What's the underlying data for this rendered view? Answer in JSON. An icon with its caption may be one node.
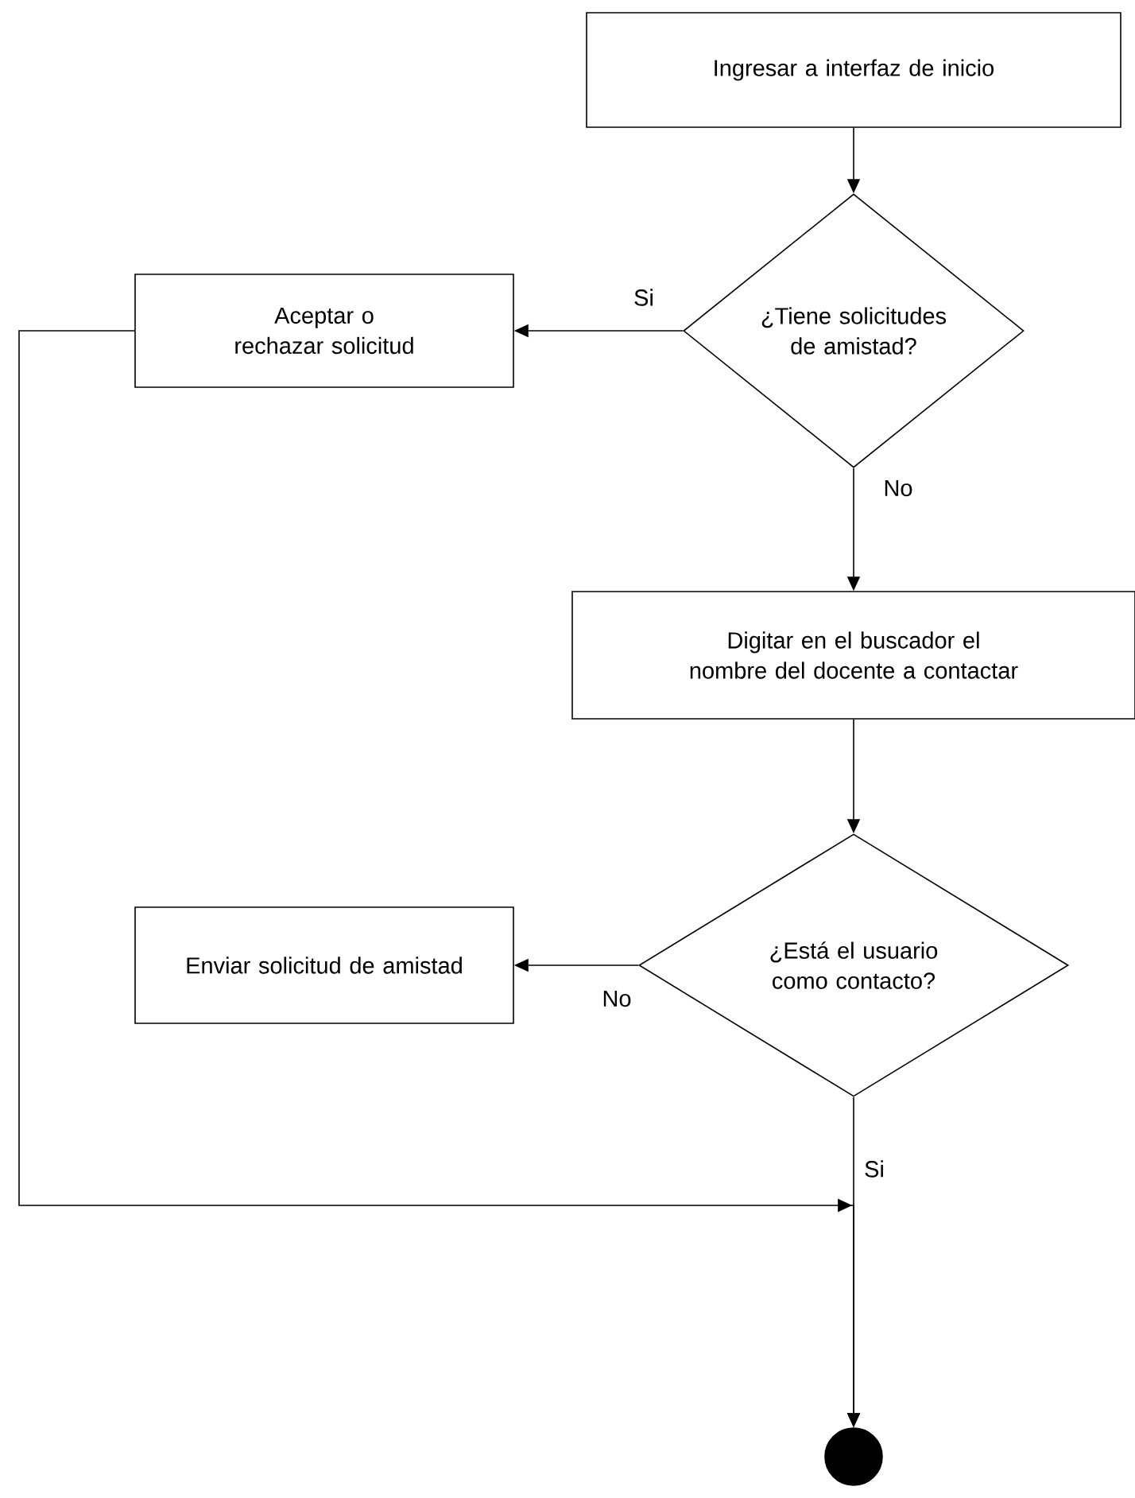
{
  "diagram": {
    "nodes": [
      {
        "text": [
          "Ingresar a interfaz de inicio"
        ]
      },
      {
        "text": [
          "¿Tiene solicitudes de amistad?"
        ]
      },
      {
        "text": [
          "Aceptar o rechazar solicitud"
        ]
      },
      {
        "text": [
          "Digitar en el buscador el nombre del docente a contactar"
        ]
      },
      {
        "text": [
          "¿Está el usuario como contacto?"
        ]
      },
      {
        "text": [
          "Enviar solicitud de amistad"
        ]
      },
      {
        "text": [],
        "shape": "circle"
      }
    ],
    "edges": [
      {
        "from": 0,
        "to": 1,
        "arrow": "to"
      },
      {
        "from": 1,
        "to": 2,
        "arrow": "to",
        "label": "Si"
      },
      {
        "from": 1,
        "to": 3,
        "arrow": "to",
        "label": "No"
      },
      {
        "from": 3,
        "to": 4,
        "arrow": "to"
      },
      {
        "from": 4,
        "to": 5,
        "arrow": "to",
        "label": "No"
      },
      {
        "from": 4,
        "to": 6,
        "arrow": "to",
        "label": "Si"
      },
      {
        "from": 2,
        "to": 6,
        "arrow": "to"
      }
    ]
  }
}
